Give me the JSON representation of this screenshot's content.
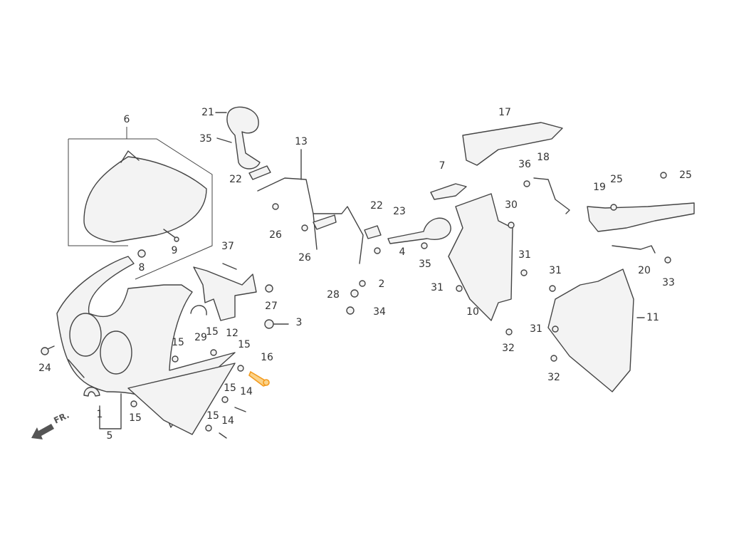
{
  "diagram": {
    "direction_label": "FR.",
    "highlight_color": "#f39a1d",
    "highlighted_part": "16",
    "callouts": [
      "6",
      "21",
      "35",
      "22",
      "13",
      "26",
      "26",
      "22",
      "23",
      "4",
      "35",
      "2",
      "28",
      "34",
      "9",
      "8",
      "37",
      "27",
      "3",
      "29",
      "12",
      "15",
      "15",
      "15",
      "16",
      "15",
      "14",
      "15",
      "14",
      "15",
      "1",
      "5",
      "24",
      "17",
      "7",
      "36",
      "18",
      "30",
      "25",
      "25",
      "19",
      "31",
      "31",
      "10",
      "20",
      "33",
      "31",
      "11",
      "31",
      "32",
      "32"
    ]
  }
}
